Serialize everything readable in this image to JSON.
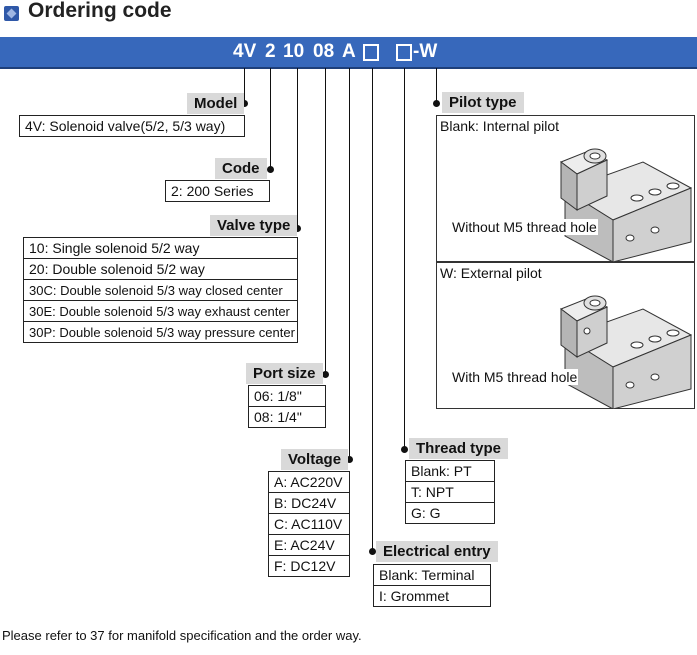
{
  "title": "Ordering code",
  "code": {
    "segments": [
      "4V",
      "2",
      "10",
      "08",
      "A",
      "-W"
    ]
  },
  "model": {
    "label": "Model",
    "options": [
      "4V: Solenoid valve(5/2, 5/3 way)"
    ]
  },
  "series_code": {
    "label": "Code",
    "options": [
      "2: 200 Series"
    ]
  },
  "valve_type": {
    "label": "Valve type",
    "options": [
      "10: Single solenoid 5/2 way",
      "20: Double solenoid 5/2 way",
      "30C: Double solenoid 5/3 way closed center",
      "30E: Double solenoid 5/3 way exhaust center",
      "30P: Double solenoid 5/3 way pressure center"
    ]
  },
  "port_size": {
    "label": "Port size",
    "options": [
      "06: 1/8\"",
      "08: 1/4\""
    ]
  },
  "voltage": {
    "label": "Voltage",
    "options": [
      "A: AC220V",
      "B: DC24V",
      "C: AC110V",
      "E: AC24V",
      "F: DC12V"
    ]
  },
  "electrical_entry": {
    "label": "Electrical entry",
    "options": [
      "Blank: Terminal",
      "I: Grommet"
    ]
  },
  "thread_type": {
    "label": "Thread type",
    "options": [
      "Blank: PT",
      "T: NPT",
      "G: G"
    ]
  },
  "pilot_type": {
    "label": "Pilot type",
    "internal": {
      "heading": "Blank: Internal pilot",
      "caption": "Without M5 thread hole"
    },
    "external": {
      "heading": "W: External pilot",
      "caption": "With M5 thread hole"
    }
  },
  "footnote": "Please refer to 37 for manifold specification and the order way.",
  "colors": {
    "code_bar": "#3768bb",
    "label_bg": "#d9d9d9",
    "icon": "#2f58a8"
  }
}
